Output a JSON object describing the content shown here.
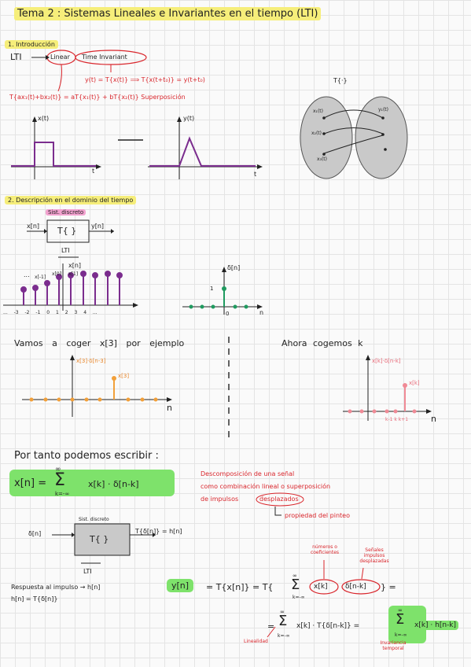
{
  "title": "Tema 2 : Sistemas Lineales e Invariantes en el tiempo (LTI)",
  "section1": {
    "heading": "1. Introducción",
    "lti_label": "LTI",
    "linear": "Linear",
    "time_invariant": "Time Invariant",
    "ti_formula": "y(t) = T{x(t)} ⟹ T{x(t+t₀)} = y(t+t₀)",
    "superposition_formula": "T{ax₁(t)+bx₂(t)} = aT{x₁(t)} + bT{x₂(t)} Superposición",
    "graph1_ylabel": "x(t)",
    "graph1_xlabel": "t",
    "graph2_ylabel": "y(t)",
    "graph2_xlabel": "t",
    "mapping_title": "T{·}",
    "x1": "x₁(t)",
    "x2": "x₂(t)",
    "x3": "x₃(t)",
    "y1": "y₁(t)"
  },
  "section2": {
    "heading": "2. Descripción en el dominio del tiempo",
    "sist_discreto": "Sist. discreto",
    "block_in": "x[n]",
    "block_label": "T{ }",
    "block_out": "y[n]",
    "block_caption": "LTI",
    "stem_label_xn": "x[n]",
    "stem_label_x0": "x[0]",
    "stem_label_x1": "x[1]",
    "stem_label_xm1": "x[-1]",
    "stem_ticks": "... -3 -2 -1 0 1 2 3 4 ...",
    "stem_dots": "...",
    "delta_label": "δ[n]",
    "delta_one": "1",
    "delta_zero": "0",
    "axis_n": "n",
    "take_x3": "Vamos a coger x[3] por ejemplo",
    "x3_plot_label": "x[3]·δ[n-3]",
    "x3_value": "x[3]",
    "take_k": "Ahora cogemos k",
    "k_plot_label": "x[k]·δ[n-k]",
    "xk_value": "x[k]",
    "k_ticks": "k-1  k k+1",
    "therefore": "Por tanto podemos escribir :",
    "sum_formula_left": "x[n] =",
    "sum_formula_right": "x[k] · δ[n-k]",
    "sum_top": "∞",
    "sum_bottom": "k=-∞",
    "decomp_line1": "Descomposición de una señal",
    "decomp_line2": "como combinación lineal o superposición",
    "decomp_line3_a": "de impulsos",
    "decomp_line3_b": "desplazados",
    "sifting": "propiedad del pinteo",
    "block2_sist": "Sist. discreto",
    "block2_in": "δ[n]",
    "block2_label": "T{ }",
    "block2_out": "T{δ[n]} = h[n]",
    "block2_caption": "LTI",
    "impulse_resp_1": "Respuesta al impulso → h[n]",
    "impulse_resp_2": "h[n] = T{δ[n]}",
    "ann_numeros": "números o coeficientes",
    "ann_senales": "Señales impulsos desplazadas",
    "eq_left": "y[n]",
    "eq_mid": "= T{x[n]} = T{",
    "eq_x": "x[k]",
    "eq_d": "δ[n-k]",
    "eq_end": "} =",
    "eq2_left": "=",
    "eq2_mid": "x[k] · T{δ[n-k]} =",
    "eq2_right": "x[k] · h[n-k]",
    "ann_linealidad": "Linealidad",
    "ann_invariancia": "Invariancia temporal"
  }
}
